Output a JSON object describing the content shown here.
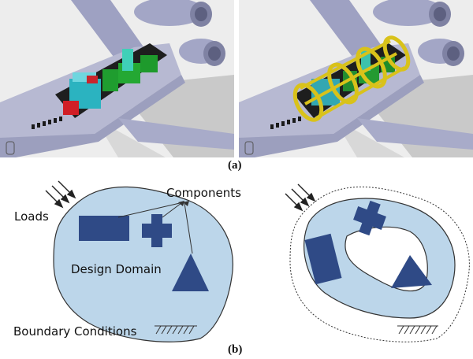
{
  "figure": {
    "caption_a": "(a)",
    "caption_b": "(b)"
  },
  "diagram_b_left": {
    "label_loads": "Loads",
    "label_components": "Components",
    "label_design_domain": "Design Domain",
    "label_boundary_conditions": "Boundary Conditions"
  },
  "colors": {
    "domain_fill": "#bcd6ea",
    "component_fill": "#2f4a86",
    "fuselage": "#b7b9d2",
    "frame_yellow": "#d9c21a"
  }
}
